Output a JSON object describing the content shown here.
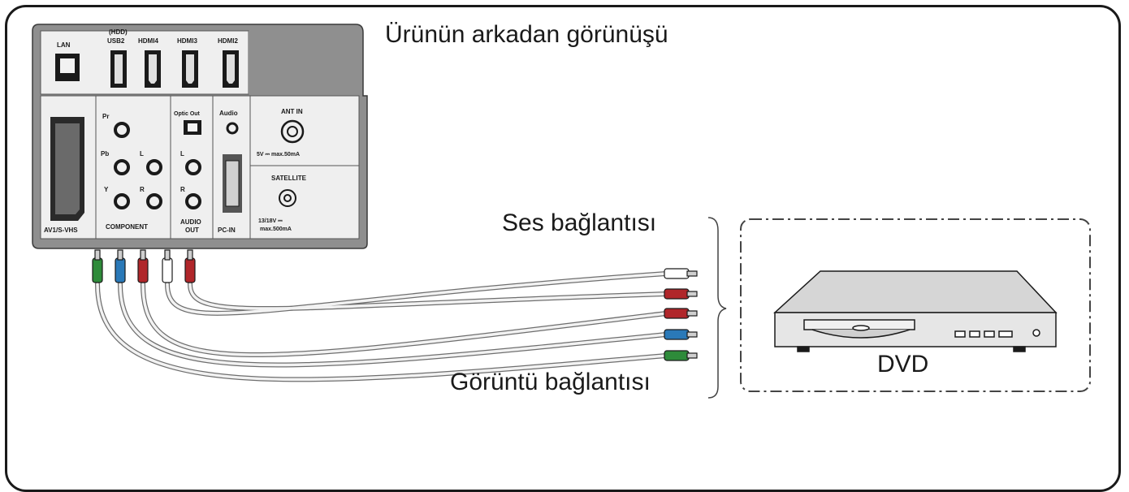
{
  "title": "Ürünün arkadan görünüşü",
  "labels": {
    "audio": "Ses bağlantısı",
    "video": "Görüntü bağlantısı",
    "dvd": "DVD"
  },
  "panel": {
    "lan": "LAN",
    "hdd": "(HDD)",
    "usb": "USB2",
    "hdmi4": "HDMI4",
    "hdmi3": "HDMI3",
    "hdmi2": "HDMI2",
    "scart": "AV1/S-VHS",
    "pr": "Pr",
    "pb": "Pb",
    "y": "Y",
    "comp_l": "L",
    "comp_r": "R",
    "component": "COMPONENT",
    "optic": "Optic Out",
    "audio_l": "L",
    "audio_r": "R",
    "audio_out_1": "AUDIO",
    "audio_out_2": "OUT",
    "audio_in": "Audio",
    "pcin": "PC-IN",
    "ant_in": "ANT IN",
    "ant_spec": "5V ⎓ max.50mA",
    "satellite": "SATELLITE",
    "sat_spec_1": "13/18V ⎓",
    "sat_spec_2": "max.500mA"
  },
  "colors": {
    "plug_green": "#2e8b3a",
    "plug_blue": "#2a79b8",
    "plug_red": "#b0262a",
    "plug_white": "#ffffff"
  }
}
